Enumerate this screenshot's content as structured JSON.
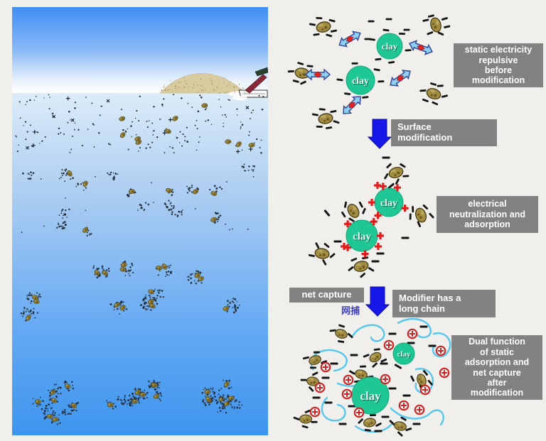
{
  "captions": {
    "before": "static electricity\nrepulsive\nbefore\nmodification",
    "surface_modification": "Surface\nmodification",
    "neutralization": "electrical\nneutralization and\nadsorption",
    "net_capture": "net capture",
    "net_capture_zh": "网捕",
    "modifier": "Modifier has a\nlong chain",
    "dual_function": "Dual function\nof static\nadsorption and\nnet capture\nafter\nmodification"
  },
  "labels": {
    "clay": "clay"
  },
  "icons": {
    "positive_charge": "+",
    "negative_charge": "–",
    "circled_positive": "⊕"
  },
  "colors": {
    "page_bg": "#f0efec",
    "caption_bg": "#828282",
    "caption_text": "#ffffff",
    "chinese_label": "#3f3fd0",
    "clay_fill": "#1fc795",
    "clay_edge": "#12a87c",
    "clay_text": "#eafbf2",
    "clay_text_shadow": "#0a6648",
    "down_arrow": "#1717e8",
    "repulsion_fill": "#8ed0f2",
    "repulsion_edge": "#2d3f96",
    "repulsion_diamond": "#e32222",
    "positive": "#e31b1b",
    "negative": "#141414",
    "chain": "#54c6f0",
    "algae_body": "#a18c41",
    "algae_edge": "#3f3512",
    "sky_top": "#3f8ff4",
    "water_top": "#dcecf9",
    "water_deep": "#3e95ee",
    "sand": "#d9caa0",
    "floc_dot": "#3c4d62"
  }
}
